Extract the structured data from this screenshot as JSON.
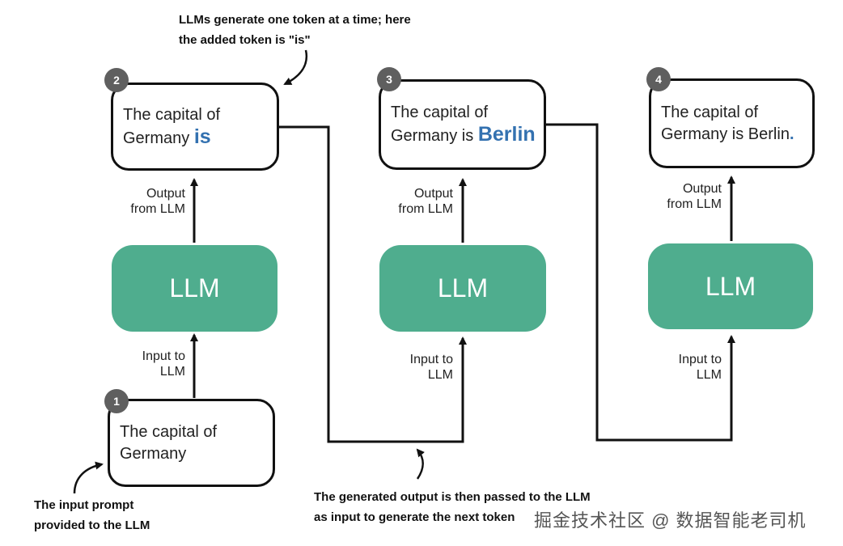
{
  "steps": [
    {
      "badge": "1",
      "line1": "The capital of",
      "line2": "Germany",
      "added": ""
    },
    {
      "badge": "2",
      "line1": "The capital of",
      "line2": "Germany ",
      "added": "is"
    },
    {
      "badge": "3",
      "line1": "The capital of",
      "line2": "Germany is ",
      "added": "Berlin"
    },
    {
      "badge": "4",
      "line1": "The capital of",
      "line2": "Germany is Berlin",
      "added": "."
    }
  ],
  "llm_label": "LLM",
  "labels": {
    "output_line1": "Output",
    "output_line2": "from LLM",
    "input_line1": "Input to",
    "input_line2": "LLM"
  },
  "annotations": {
    "top_line1": "LLMs generate one token at a time; here",
    "top_line2": "the added token is \"is\"",
    "prompt_line1": "The input prompt",
    "prompt_line2": "provided to the LLM",
    "passed_line1": "The generated output is then passed to the LLM",
    "passed_line2": "as input to generate the next token"
  },
  "watermark": "掘金技术社区 @ 数据智能老司机",
  "colors": {
    "llm_fill": "#4fad8e",
    "highlight": "#3371b0",
    "badge": "#5f5f5f",
    "line": "#111111"
  }
}
